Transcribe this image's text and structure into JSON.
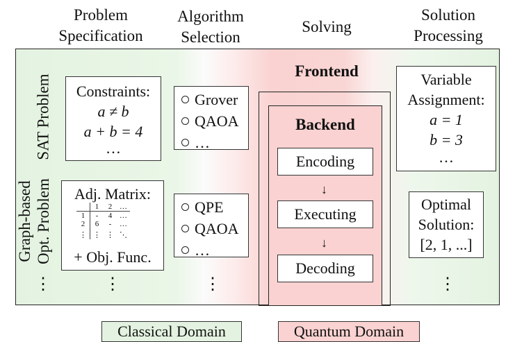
{
  "headers": {
    "problem_specification": [
      "Problem",
      "Specification"
    ],
    "algorithm_selection": [
      "Algorithm",
      "Selection"
    ],
    "solving": "Solving",
    "solution_processing": [
      "Solution",
      "Processing"
    ]
  },
  "frontend_label": "Frontend",
  "backend_label": "Backend",
  "row_labels": {
    "sat_problem": "SAT Problem",
    "graph_based": [
      "Graph-based",
      "Opt. Problem"
    ]
  },
  "sat_box": {
    "title": "Constraints:",
    "line1": "a ≠ b",
    "line2": "a + b = 4",
    "ellipsis": "…"
  },
  "graph_box": {
    "title": "Adj. Matrix:",
    "matrix": {
      "header": [
        "",
        "1",
        "2",
        "…"
      ],
      "rows": [
        [
          "1",
          "-",
          "4",
          "…"
        ],
        [
          "2",
          "6",
          "-",
          "…"
        ],
        [
          "⋮",
          "⋮",
          "⋮",
          "⋱"
        ]
      ]
    },
    "footer": "+ Obj. Func."
  },
  "algorithms_sat": [
    "Grover",
    "QAOA",
    "…"
  ],
  "algorithms_graph": [
    "QPE",
    "QAOA",
    "…"
  ],
  "backend_steps": [
    "Encoding",
    "Executing",
    "Decoding"
  ],
  "arrow_glyph": "↓",
  "variable_assignment": {
    "title": [
      "Variable",
      "Assignment:"
    ],
    "line1": "a = 1",
    "line2": "b = 3",
    "ellipsis": "…"
  },
  "optimal_solution": {
    "title": [
      "Optimal",
      "Solution:"
    ],
    "value": "[2, 1, ...]"
  },
  "vdots": "⋮",
  "legend": {
    "classical": "Classical Domain",
    "quantum": "Quantum Domain",
    "classical_color": "#e4f3e1",
    "quantum_color": "#f9d2d1"
  }
}
